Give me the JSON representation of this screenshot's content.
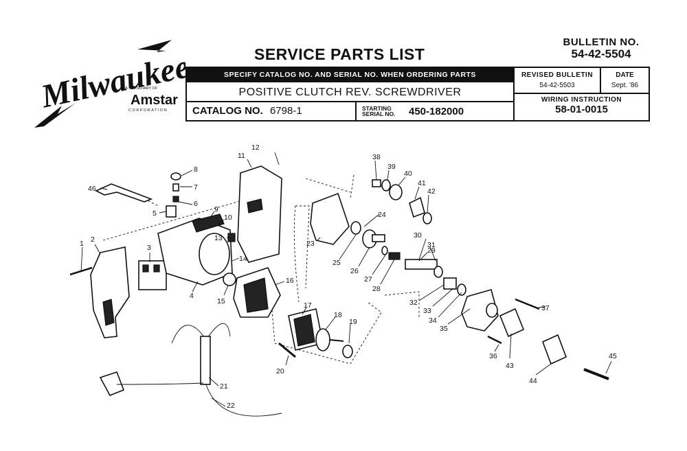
{
  "brand": {
    "name": "Milwaukee",
    "subsidiary": "A SUBSIDIARY OF",
    "parent": "Amstar",
    "corporation": "CORPORATION"
  },
  "header": {
    "title": "SERVICE PARTS LIST",
    "bulletin_label": "BULLETIN NO.",
    "bulletin_value": "54-42-5504",
    "specify_text": "SPECIFY CATALOG NO. AND SERIAL NO. WHEN ORDERING PARTS",
    "product_name": "POSITIVE CLUTCH REV. SCREWDRIVER",
    "catalog_label": "CATALOG NO.",
    "catalog_value": "6798-1",
    "serial_label_1": "STARTING",
    "serial_label_2": "SERIAL NO.",
    "serial_value": "450-182000",
    "revised_label": "REVISED BULLETIN",
    "revised_value": "54-42-5503",
    "date_label": "DATE",
    "date_value": "Sept. '86",
    "wiring_label": "WIRING INSTRUCTION",
    "wiring_value": "58-01-0015"
  },
  "diagram": {
    "part_numbers": [
      "1",
      "2",
      "3",
      "4",
      "5",
      "6",
      "7",
      "8",
      "9",
      "10",
      "11",
      "12",
      "13",
      "14",
      "15",
      "16",
      "17",
      "18",
      "19",
      "20",
      "21",
      "22",
      "23",
      "24",
      "25",
      "26",
      "27",
      "28",
      "29",
      "30",
      "31",
      "32",
      "33",
      "34",
      "35",
      "36",
      "37",
      "38",
      "39",
      "40",
      "41",
      "42",
      "43",
      "44",
      "45",
      "46"
    ]
  }
}
